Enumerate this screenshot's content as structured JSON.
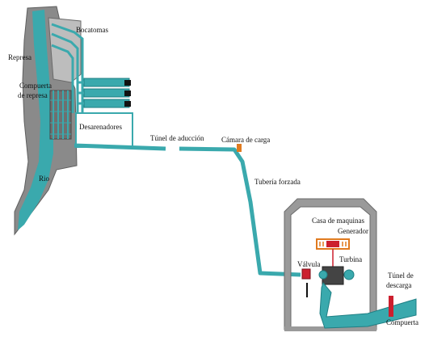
{
  "labels": {
    "bocatomas": "Bocatomas",
    "represa": "Represa",
    "compuerta_line1": "Compuerta",
    "compuerta_line2": "de represa",
    "desarenadores": "Desarenadores",
    "rio": "Rio",
    "tunel_aduccion": "Túnel de aducción",
    "camara_carga": "Cámara de carga",
    "tuberia_forzada": "Tubería forzada",
    "casa_maquinas": "Casa de maquinas",
    "generador": "Generador",
    "turbina": "Turbina",
    "valvula": "Válvula",
    "tunel_descarga_line1": "Túnel de",
    "tunel_descarga_line2": "descarga",
    "compuerta": "Compuerta"
  },
  "colors": {
    "water": "#3aa9ad",
    "water_dark": "#1f7f84",
    "rock": "#8a8a8a",
    "rock_dark": "#5f5f5f",
    "valve": "#cc1f2e",
    "generator": "#e07a1f",
    "building": "#9a9a9a"
  }
}
